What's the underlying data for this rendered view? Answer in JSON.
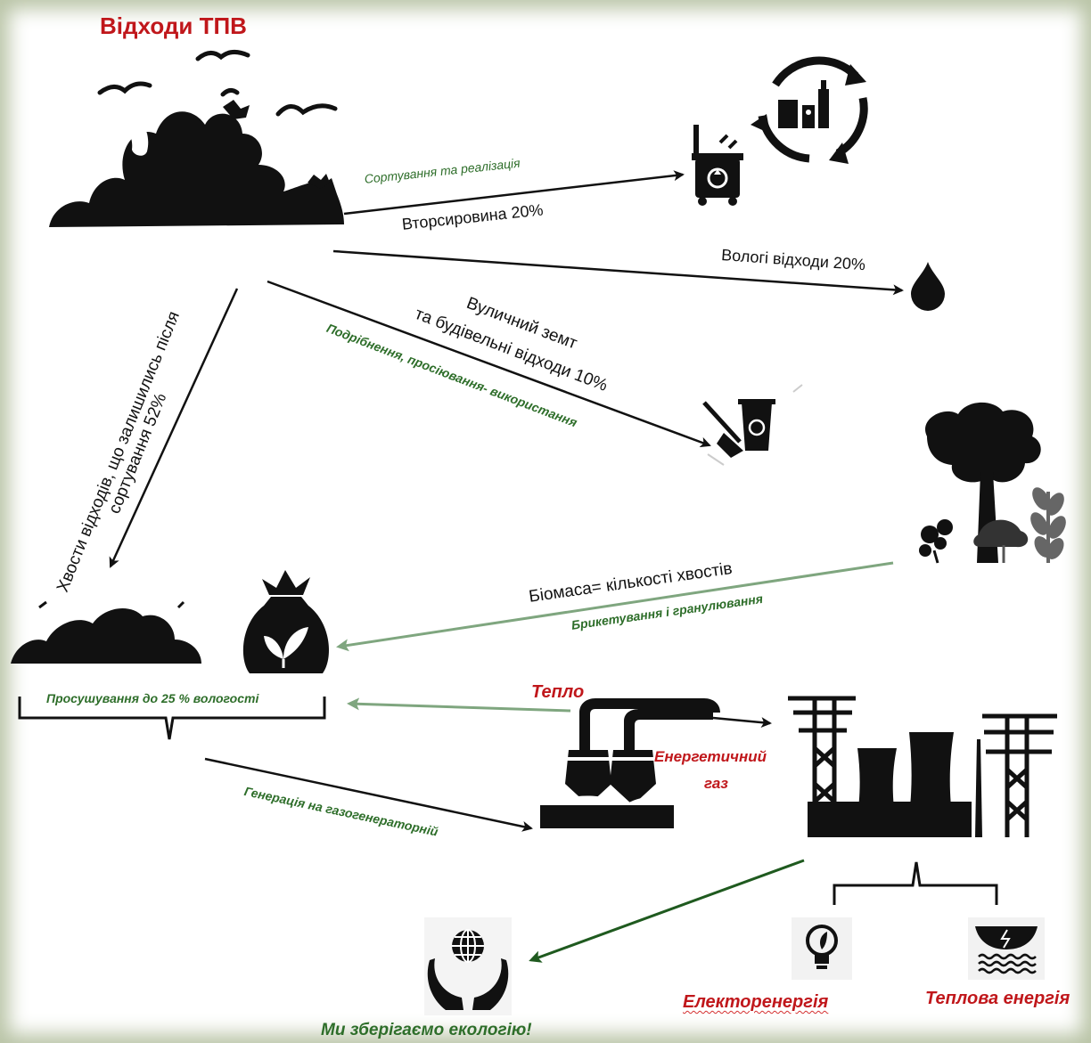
{
  "title": "Відходи ТПВ",
  "labels": {
    "sorting": "Сортування та реалізація",
    "recyclables": "Вторсировина 20%",
    "wet": "Вологі відходи 20%",
    "street_line1": "Вуличний земт",
    "street_line2": "та будівельні відходи 10%",
    "shredding": "Подрібнення, просіювання- використання",
    "tails_line1": "Хвости відходів, що залишились після",
    "tails_line2": "сортування 52%",
    "biomass": "Біомаса= кількості  хвостів",
    "briquetting": "Брикетування і гранулювання",
    "drying": "Просушування до 25 % вологості",
    "heat": "Тепло",
    "gas_line1": "Енергетичний",
    "gas_line2": "газ",
    "generation": "Генерація на газогенераторній",
    "electricity": "Електоренергія",
    "thermal": "Теплова енергія",
    "ecology": "Ми зберігаємо екологію!"
  },
  "colors": {
    "red": "#c0171b",
    "green_text": "#2e6e2a",
    "green_arrow": "#7fa67f",
    "dark_green_arrow": "#1f5a1f",
    "ink": "#111111",
    "frame": "#b9c4a6"
  },
  "icons": [
    "garbage-pile-icon",
    "birds-icon",
    "recycle-bin-icon",
    "recycle-cycle-icon",
    "water-drop-icon",
    "broom-bin-icon",
    "trees-icon",
    "tails-pile-icon",
    "bio-bag-icon",
    "gasifier-icon",
    "power-plant-icon",
    "lightbulb-icon",
    "heating-icon",
    "globe-hands-icon"
  ]
}
